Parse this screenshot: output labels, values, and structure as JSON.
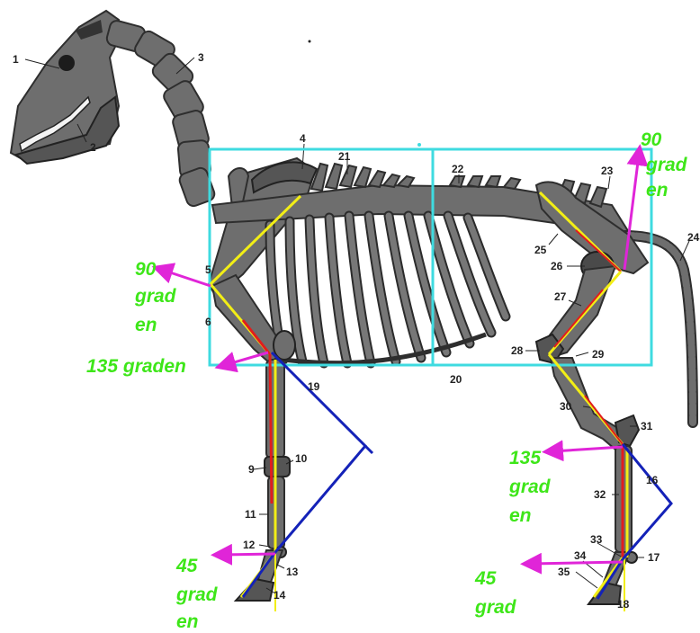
{
  "diagram": {
    "bone_labels": [
      "1",
      "2",
      "3",
      "4",
      "21",
      "22",
      "23",
      "24",
      "25",
      "26",
      "27",
      "28",
      "29",
      "20",
      "19",
      "30",
      "31",
      "16",
      "32",
      "33",
      "17",
      "34",
      "35",
      "18",
      "9",
      "10",
      "11",
      "12",
      "13",
      "14",
      "5",
      "6"
    ],
    "annotations": {
      "rear_hip": [
        "90",
        "grad",
        "en"
      ],
      "front_shoulder": [
        "90",
        "grad",
        "en"
      ],
      "front_elbow": "135 graden",
      "rear_hock": [
        "135",
        "grad",
        "en"
      ],
      "front_fetlock": [
        "45",
        "grad",
        "en"
      ],
      "rear_fetlock": [
        "45",
        "grad"
      ]
    },
    "colors": {
      "annotation_text": "#3ee619",
      "angle_arrow": "#e025d8",
      "region_box": "#3fdbe0",
      "axis_yellow": "#f2ee16",
      "axis_red": "#e11d1d",
      "angle_blue": "#1422b8",
      "bone_fill": "#6e6e6e"
    }
  }
}
